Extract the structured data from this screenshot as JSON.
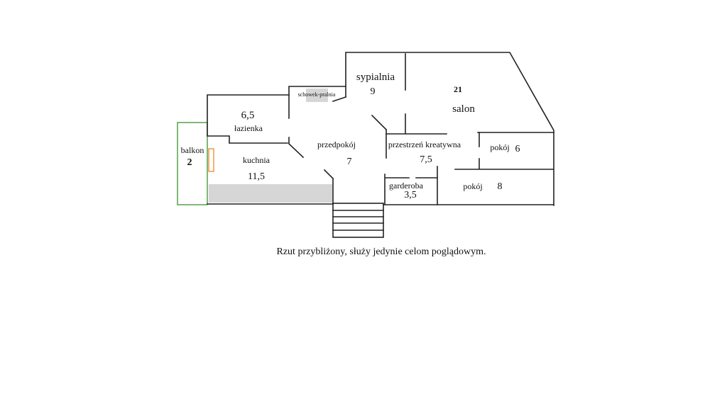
{
  "rooms": {
    "sypialnia": {
      "name": "sypialnia",
      "area": "9"
    },
    "salon": {
      "name": "salon",
      "area": "21"
    },
    "lazienka": {
      "name": "łazienka",
      "area": "6,5"
    },
    "balkon": {
      "name": "balkon",
      "area": "2"
    },
    "kuchnia": {
      "name": "kuchnia",
      "area": "11,5"
    },
    "przedpokoj": {
      "name": "przedpokój",
      "area": "7"
    },
    "schowek": {
      "name": "schowek-pralnia"
    },
    "przestrzen": {
      "name": "przestrzeń kreatywna",
      "area": "7,5"
    },
    "pokoj6": {
      "name": "pokój",
      "area": "6"
    },
    "garderoba": {
      "name": "garderoba",
      "area": "3,5"
    },
    "pokoj8": {
      "name": "pokój",
      "area": "8"
    }
  },
  "caption": "Rzut przybliżony, służy jedynie celom poglądowym.",
  "colors": {
    "wall": "#222222",
    "balcony": "#4a9a3a",
    "fixture": "#e88a2a",
    "counter": "#d6d6d6"
  }
}
